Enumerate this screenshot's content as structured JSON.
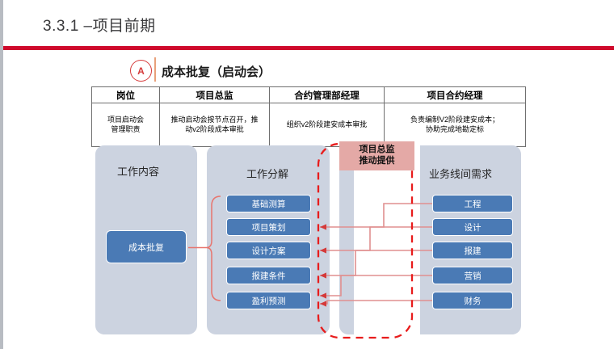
{
  "slide": {
    "title": "3.3.1 –项目前期",
    "section_marker": "A",
    "section_title": "成本批复（启动会）",
    "accent_red": "#cf0a2c",
    "marker_red": "#d63b3b",
    "box_blue": "#4a7ab5",
    "panel_gray": "#ccd3e0",
    "pink": "#e4a9a6"
  },
  "table": {
    "headers": [
      "岗位",
      "项目总监",
      "合约管理部经理",
      "项目合约经理"
    ],
    "rows": [
      [
        "项目启动会\n管理职责",
        "推动启动会按节点召开，推\n动v2阶段成本审批",
        "组织v2阶段建安成本审批",
        "负责编制V2阶段建安成本；\n协助完成地勘定标"
      ]
    ]
  },
  "diagram": {
    "panels": [
      {
        "heading": "工作内容"
      },
      {
        "heading": "工作分解"
      },
      {
        "heading": "业务线间需求"
      }
    ],
    "main_box": "成本批复",
    "work_items": [
      "基础测算",
      "项目策划",
      "设计方案",
      "报建条件",
      "盈利预测"
    ],
    "business_lines": [
      "工程",
      "设计",
      "报建",
      "营销",
      "财务"
    ],
    "callout_line1": "项目总监",
    "callout_line2": "推动提供"
  }
}
